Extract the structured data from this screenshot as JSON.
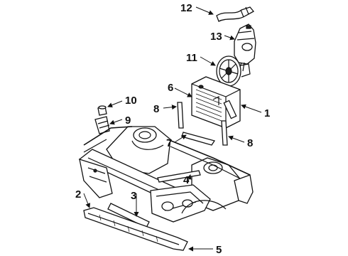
{
  "callouts": {
    "c1": "1",
    "c2": "2",
    "c3": "3",
    "c4": "4",
    "c5": "5",
    "c7": "7",
    "c8a": "8",
    "c8b": "8",
    "c9": "9",
    "c10": "10",
    "c11": "11",
    "c12": "12",
    "c13": "13"
  },
  "colors": {
    "ink": "#111111",
    "background": "#ffffff"
  }
}
